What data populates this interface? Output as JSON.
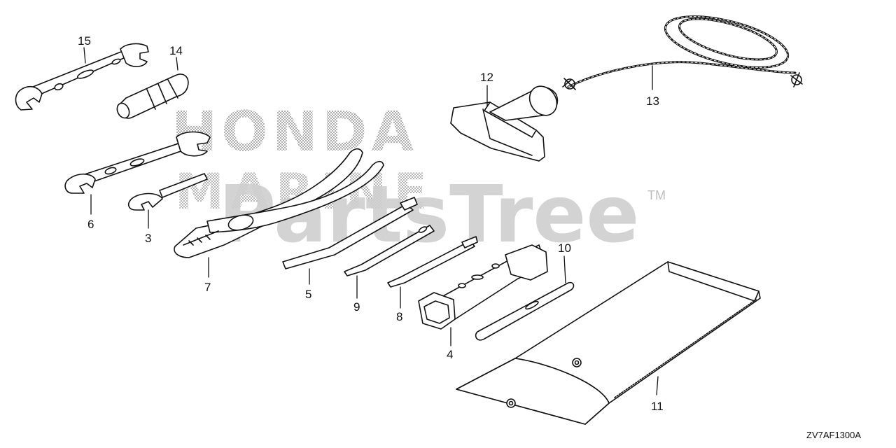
{
  "diagram": {
    "drawing_code": "ZV7AF1300A",
    "parts": [
      {
        "ref": "15",
        "name": "wrench-15"
      },
      {
        "ref": "14",
        "name": "screwdriver-grip-14"
      },
      {
        "ref": "6",
        "name": "wrench-6"
      },
      {
        "ref": "3",
        "name": "wrench-3"
      },
      {
        "ref": "7",
        "name": "pliers-7"
      },
      {
        "ref": "5",
        "name": "screwdriver-5"
      },
      {
        "ref": "9",
        "name": "screwdriver-9"
      },
      {
        "ref": "8",
        "name": "screwdriver-8"
      },
      {
        "ref": "4",
        "name": "plug-wrench-4"
      },
      {
        "ref": "10",
        "name": "handle-bar-10"
      },
      {
        "ref": "12",
        "name": "starter-grip-12"
      },
      {
        "ref": "13",
        "name": "starter-rope-13"
      },
      {
        "ref": "11",
        "name": "tool-bag-11"
      }
    ]
  },
  "watermark": {
    "brand": "HONDA",
    "sub": "MARINE",
    "site": "PartsTree",
    "tm": "TM"
  }
}
